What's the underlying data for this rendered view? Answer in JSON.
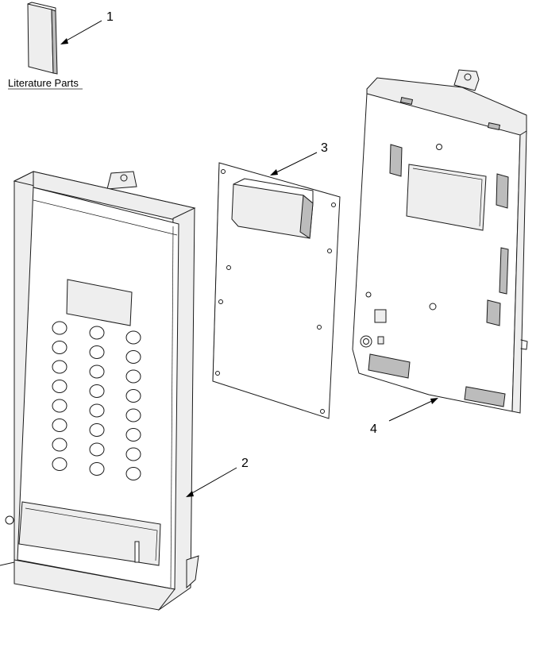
{
  "diagram": {
    "literature_label": "Literature Parts",
    "callouts": [
      {
        "id": 1,
        "text": "1"
      },
      {
        "id": 2,
        "text": "2"
      },
      {
        "id": 3,
        "text": "3"
      },
      {
        "id": 4,
        "text": "4"
      }
    ]
  }
}
